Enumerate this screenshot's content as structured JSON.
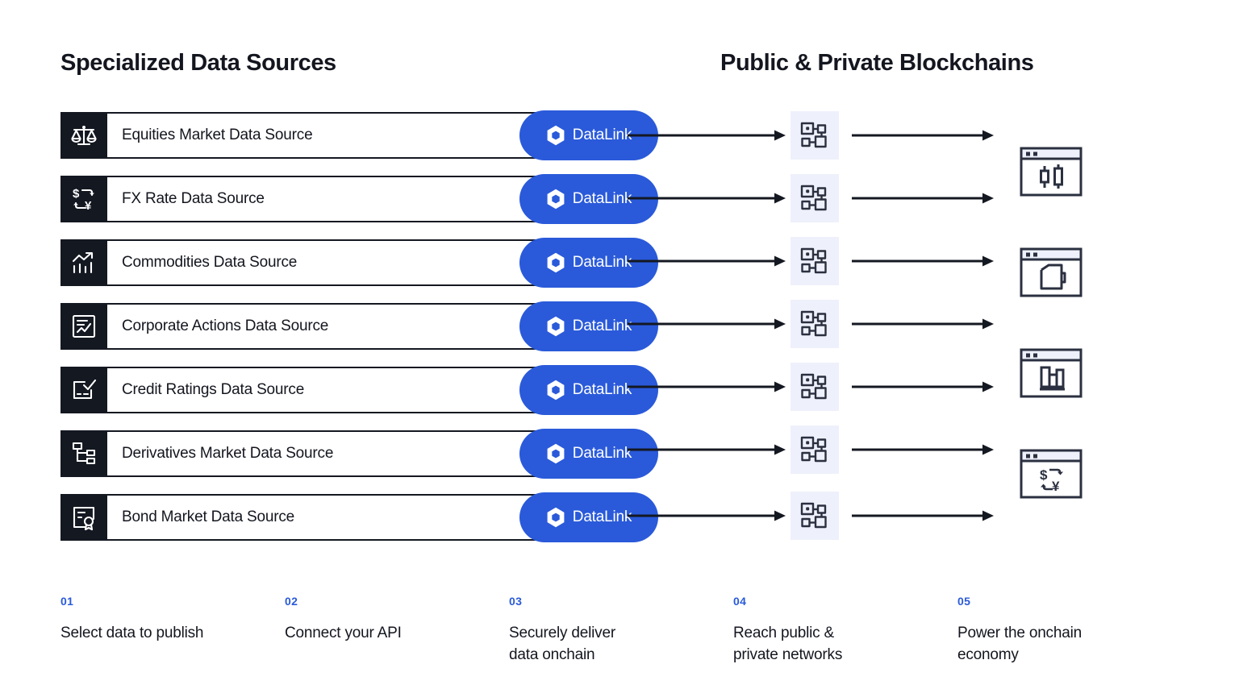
{
  "headings": {
    "left": "Specialized Data Sources",
    "right": "Public & Private Blockchains"
  },
  "colors": {
    "brand_blue": "#2a5ada",
    "dark": "#141821",
    "node_chip_bg": "#eef1fb",
    "page_bg": "#ffffff"
  },
  "datalink": {
    "label": "DataLink",
    "logo": "chainlink-hexagon-icon"
  },
  "rows": [
    {
      "label": "Equities Market Data Source",
      "icon": "scales-balance-icon",
      "badge": "DataLink"
    },
    {
      "label": "FX Rate Data Source",
      "icon": "currency-exchange-icon",
      "badge": "DataLink"
    },
    {
      "label": "Commodities Data Source",
      "icon": "bar-chart-trend-up-icon",
      "badge": "DataLink"
    },
    {
      "label": "Corporate Actions Data Source",
      "icon": "document-chart-icon",
      "badge": "DataLink"
    },
    {
      "label": "Credit Ratings Data Source",
      "icon": "rating-checkmark-icon",
      "badge": "DataLink"
    },
    {
      "label": "Derivatives Market Data Source",
      "icon": "hierarchy-tree-icon",
      "badge": "DataLink"
    },
    {
      "label": "Bond Market Data Source",
      "icon": "certificate-seal-icon",
      "badge": "DataLink"
    }
  ],
  "network_nodes": [
    {
      "icon": "network-nodes-icon"
    },
    {
      "icon": "network-nodes-icon"
    },
    {
      "icon": "network-nodes-icon"
    },
    {
      "icon": "network-nodes-icon"
    },
    {
      "icon": "network-nodes-icon"
    },
    {
      "icon": "network-nodes-icon"
    },
    {
      "icon": "network-nodes-icon"
    }
  ],
  "app_windows": [
    {
      "icon": "window-candlestick-chart-icon"
    },
    {
      "icon": "window-wallet-icon"
    },
    {
      "icon": "window-bar-chart-icon"
    },
    {
      "icon": "window-currency-exchange-icon"
    }
  ],
  "steps": [
    {
      "number": "01",
      "text": "Select data to publish"
    },
    {
      "number": "02",
      "text": "Connect your API"
    },
    {
      "number": "03",
      "text": "Securely deliver\ndata onchain"
    },
    {
      "number": "04",
      "text": "Reach public &\nprivate networks"
    },
    {
      "number": "05",
      "text": "Power the onchain\neconomy"
    }
  ]
}
